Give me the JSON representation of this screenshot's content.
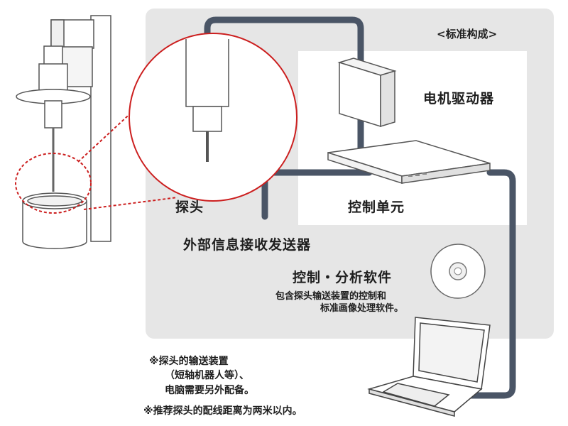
{
  "diagram": {
    "title": "<标准构成>",
    "labels": {
      "probe": "探头",
      "motor_driver": "电机驱动器",
      "control_unit": "控制单元",
      "external_transceiver": "外部信息接收发送器",
      "software": "控制・分析软件",
      "software_desc_1": "包含探头输送装置的控制和",
      "software_desc_2": "标准画像处理软件。"
    },
    "notes": {
      "note1_line1": "※探头的输送装置",
      "note1_line2": "（短轴机器人等）、",
      "note1_line3": "电脑需要另外配备。",
      "note2": "※推荐探头的配线距离为两米以内。"
    },
    "colors": {
      "panel": "#e6e6e6",
      "cable": "#4a5566",
      "zoom_circle": "#cc1f1f",
      "line": "#555555"
    }
  }
}
